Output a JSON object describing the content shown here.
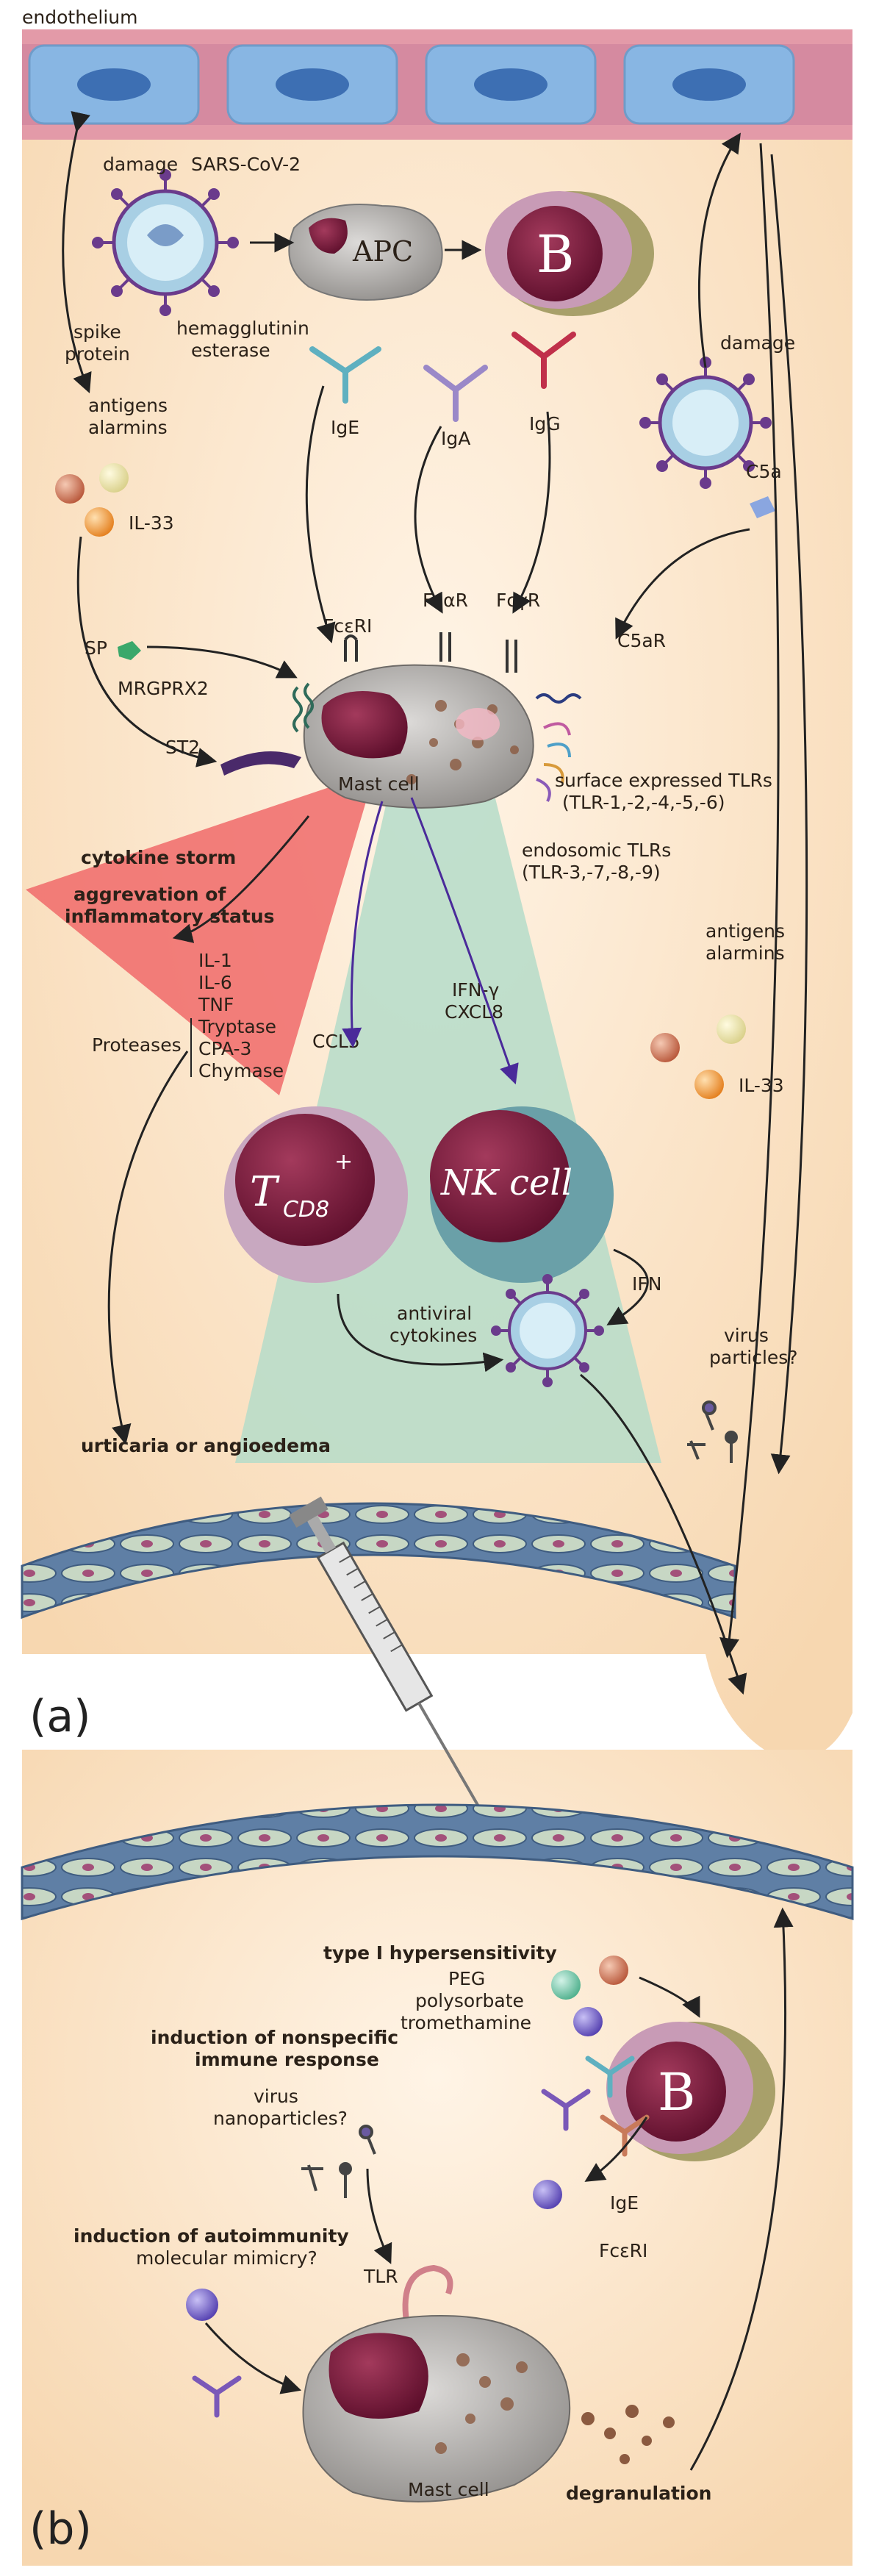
{
  "labels": {
    "endothelium": "endothelium",
    "damage_top": "damage",
    "sars": "SARS-CoV-2",
    "spike": "spike",
    "protein": "protein",
    "hemagglutinin": "hemagglutinin",
    "esterase": "esterase",
    "apc": "APC",
    "b_cell": "B",
    "damage_right": "damage",
    "ige": "IgE",
    "iga": "IgA",
    "igg": "IgG",
    "antigens_1": "antigens",
    "alarmins_1": "alarmins",
    "il33_1": "IL-33",
    "c5a": "C5a",
    "fcar": "FcαR",
    "fcyr": "FcγR",
    "fceri": "FcεRI",
    "c5ar": "C5aR",
    "sp": "SP",
    "mrgprx2": "MRGPRX2",
    "st2": "ST2",
    "mast_cell": "Mast cell",
    "surface_tlr": "surface expressed TLRs",
    "surface_tlr_list": "(TLR-1,-2,-4,-5,-6)",
    "cytokine_storm": "cytokine storm",
    "aggravation_1": "aggrevation of",
    "aggravation_2": "inflammatory status",
    "endosomic_tlr": "endosomic TLRs",
    "endosomic_tlr_list": "(TLR-3,-7,-8,-9)",
    "il1": "IL-1",
    "il6": "IL-6",
    "tnf": "TNF",
    "tryptase": "Tryptase",
    "cpa3": "CPA-3",
    "chymase": "Chymase",
    "proteases": "Proteases",
    "ccl5": "CCL5",
    "ifn_g": "IFN-γ",
    "cxcl8": "CXCL8",
    "antigens_2": "antigens",
    "alarmins_2": "alarmins",
    "il33_2": "IL-33",
    "t_cell": "T",
    "t_sub": "CD8",
    "t_sup": "+",
    "nk_cell": "NK cell",
    "ifn": "IFN",
    "antiviral_1": "antiviral",
    "antiviral_2": "cytokines",
    "virus_particles_1": "virus",
    "virus_particles_2": "particles?",
    "urticaria": "urticaria or angioedema",
    "panel_a": "(a)",
    "type1": "type I hypersensitivity",
    "peg": "PEG",
    "polysorbate": "polysorbate",
    "tromethamine": "tromethamine",
    "nonspecific_1": "induction of nonspecific",
    "nonspecific_2": "immune response",
    "virus_nano_1": "virus",
    "virus_nano_2": "nanoparticles?",
    "b_cell_2": "B",
    "ige_2": "IgE",
    "fceri_2": "FcεRI",
    "autoimmunity": "induction of autoimmunity",
    "mimicry": "molecular mimicry?",
    "tlr": "TLR",
    "mast_cell_2": "Mast cell",
    "degranulation": "degranulation",
    "panel_b": "(b)"
  },
  "colors": {
    "background": "#fbe6cc",
    "endothelium": "#e39aa8",
    "nucleus": "#7a1a3a",
    "storm": "#f06a6a",
    "green_cone": "#b5dcc9",
    "mast": "#b9b6b3",
    "vessel": "#5f7fa5"
  }
}
